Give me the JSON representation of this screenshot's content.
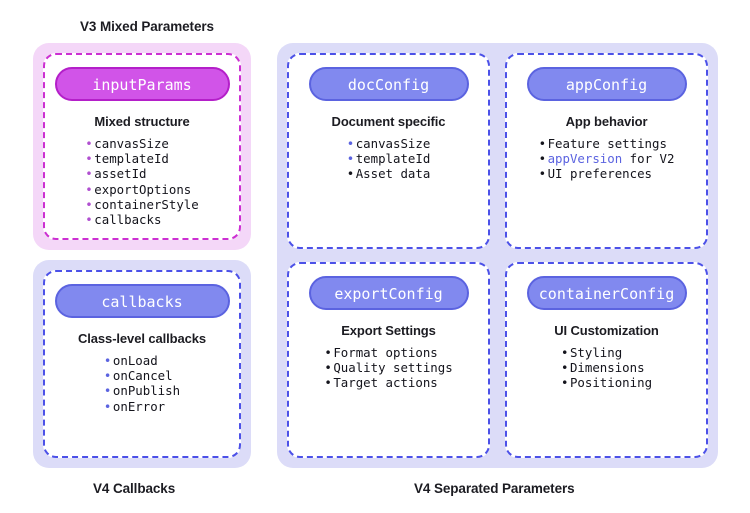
{
  "captions": {
    "v3": "V3 Mixed Parameters",
    "v4_callbacks": "V4 Callbacks",
    "v4_separated": "V4 Separated Parameters"
  },
  "colors": {
    "panel_pink": "#f4d7f8",
    "panel_lavender": "#dcdcf8",
    "dash_magenta": "#cc2fd2",
    "dash_indigo": "#4c51e8",
    "pill_magenta_fill": "#d154e8",
    "pill_magenta_border": "#b41fc9",
    "pill_indigo_fill": "#8189ef",
    "pill_indigo_border": "#5b63e0",
    "text_dark": "#14141c",
    "token_purple": "#b04fd0",
    "token_blue": "#5b63e0"
  },
  "cards": {
    "input_params": {
      "pill": "inputParams",
      "title": "Mixed structure",
      "items": [
        {
          "text": "canvasSize",
          "color": "purple"
        },
        {
          "text": "templateId",
          "color": "purple"
        },
        {
          "text": "assetId",
          "color": "purple"
        },
        {
          "text": "exportOptions",
          "color": "purple"
        },
        {
          "text": "containerStyle",
          "color": "purple"
        },
        {
          "text": "callbacks",
          "color": "purple"
        }
      ]
    },
    "callbacks": {
      "pill": "callbacks",
      "title": "Class-level callbacks",
      "items": [
        {
          "text": "onLoad",
          "color": "blue"
        },
        {
          "text": "onCancel",
          "color": "blue"
        },
        {
          "text": "onPublish",
          "color": "blue"
        },
        {
          "text": "onError",
          "color": "blue"
        }
      ]
    },
    "doc_config": {
      "pill": "docConfig",
      "title": "Document specific",
      "items": [
        {
          "text": "canvasSize",
          "color": "blue"
        },
        {
          "text": "templateId",
          "color": "blue"
        },
        {
          "text": "Asset data",
          "color": "dark"
        }
      ]
    },
    "app_config": {
      "pill": "appConfig",
      "title": "App behavior",
      "items": [
        {
          "text": "Feature settings",
          "color": "dark"
        },
        {
          "text": "appVersion for V2",
          "color": "dark",
          "highlight": "appVersion"
        },
        {
          "text": "UI preferences",
          "color": "dark"
        }
      ]
    },
    "export_config": {
      "pill": "exportConfig",
      "title": "Export Settings",
      "items": [
        {
          "text": "Format options",
          "color": "dark"
        },
        {
          "text": "Quality settings",
          "color": "dark"
        },
        {
          "text": "Target actions",
          "color": "dark"
        }
      ]
    },
    "container_config": {
      "pill": "containerConfig",
      "title": "UI Customization",
      "items": [
        {
          "text": "Styling",
          "color": "dark"
        },
        {
          "text": "Dimensions",
          "color": "dark"
        },
        {
          "text": "Positioning",
          "color": "dark"
        }
      ]
    }
  },
  "bullet_glyph": "•"
}
